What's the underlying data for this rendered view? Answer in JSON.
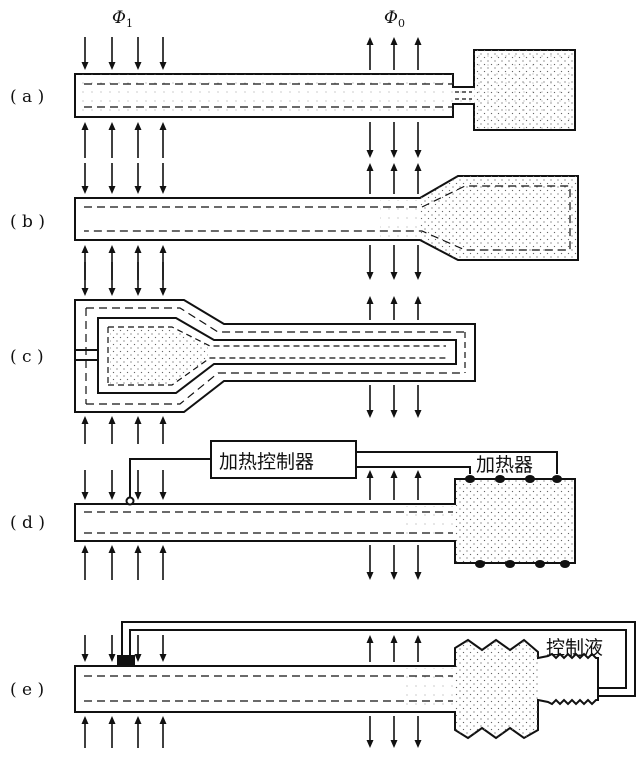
{
  "labels": {
    "phi1": "Φ",
    "phi1_sub": "1",
    "phi0": "Φ",
    "phi0_sub": "0",
    "row_a": "( a )",
    "row_b": "( b )",
    "row_c": "( c )",
    "row_d": "( d )",
    "row_e": "( e )",
    "heat_controller": "加热控制器",
    "heater": "加热器",
    "control_liquid": "控制液"
  },
  "colors": {
    "line": "#111111",
    "dots": "#666666"
  }
}
